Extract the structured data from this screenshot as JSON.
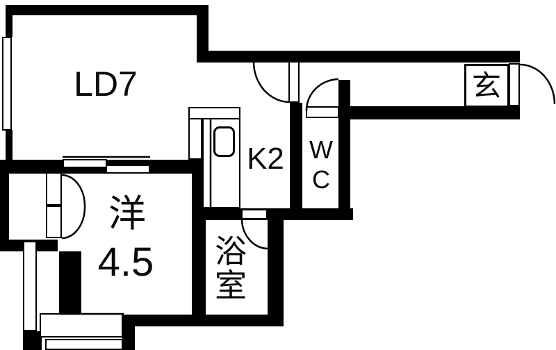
{
  "plan": {
    "type": "floor-plan",
    "rooms": {
      "living_dining": {
        "label": "LD7"
      },
      "kitchen": {
        "label": "K2"
      },
      "wc": {
        "line1": "W",
        "line2": "C"
      },
      "bathroom": {
        "line1": "浴",
        "line2": "室"
      },
      "western_room": {
        "label": "洋",
        "size": "4.5"
      },
      "entrance": {
        "label": "玄"
      }
    },
    "colors": {
      "wall": "#000000",
      "floor": "#ffffff",
      "text": "#0a0a0a"
    }
  }
}
